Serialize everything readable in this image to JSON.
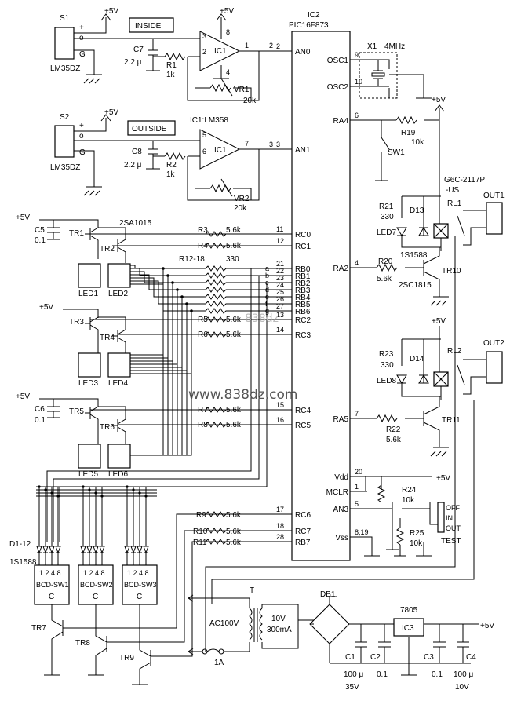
{
  "ic2": {
    "ref": "IC2",
    "part": "PIC16F873"
  },
  "ic2_pins_left": [
    {
      "num": "2",
      "name": "AN0"
    },
    {
      "num": "3",
      "name": "AN1"
    },
    {
      "num": "11",
      "name": "RC0"
    },
    {
      "num": "12",
      "name": "RC1"
    },
    {
      "num": "21",
      "name": "RB0"
    },
    {
      "num": "22",
      "name": "RB1"
    },
    {
      "num": "23",
      "name": "RB2"
    },
    {
      "num": "24",
      "name": "RB3"
    },
    {
      "num": "25",
      "name": "RB4"
    },
    {
      "num": "26",
      "name": "RB5"
    },
    {
      "num": "27",
      "name": "RB6"
    },
    {
      "num": "13",
      "name": "RC2"
    },
    {
      "num": "14",
      "name": "RC3"
    },
    {
      "num": "15",
      "name": "RC4"
    },
    {
      "num": "16",
      "name": "RC5"
    },
    {
      "num": "17",
      "name": "RC6"
    },
    {
      "num": "18",
      "name": "RC7"
    },
    {
      "num": "28",
      "name": "RB7"
    }
  ],
  "ic2_pins_right": [
    {
      "num": "9",
      "name": "OSC1"
    },
    {
      "num": "10",
      "name": "OSC2"
    },
    {
      "num": "6",
      "name": "RA4"
    },
    {
      "num": "4",
      "name": "RA2"
    },
    {
      "num": "7",
      "name": "RA5"
    },
    {
      "num": "20",
      "name": "Vdd"
    },
    {
      "num": "1",
      "name": "MCLR"
    },
    {
      "num": "5",
      "name": "AN3"
    },
    {
      "num": "8,19",
      "name": "Vss"
    }
  ],
  "seg_letters": [
    "a",
    "b",
    "c",
    "d",
    "e",
    "f",
    "g"
  ],
  "sensors": {
    "s1": {
      "ref": "S1",
      "part": "LM35DZ",
      "label": "INSIDE"
    },
    "s2": {
      "ref": "S2",
      "part": "LM35DZ",
      "label": "OUTSIDE"
    },
    "plus": "+",
    "out": "o",
    "gnd": "G"
  },
  "opamp": {
    "ic1": "IC1",
    "ic1_note": "IC1:LM358",
    "p3": "3",
    "p2": "2",
    "p1": "1",
    "p8": "8",
    "p4": "4",
    "p5": "5",
    "p6": "6",
    "p7": "7"
  },
  "parts": {
    "c7": "C7",
    "c7v": "2.2 μ",
    "r1": "R1",
    "r1v": "1k",
    "vr1": "VR1",
    "vr1v": "20k",
    "c8": "C8",
    "c8v": "2.2 μ",
    "r2": "R2",
    "r2v": "1k",
    "vr2": "VR2",
    "vr2v": "20k",
    "c5": "C5",
    "c5v": "0.1",
    "c6": "C6",
    "c6v": "0.1",
    "tr1": "TR1",
    "tr1p": "2SA1015",
    "tr2": "TR2",
    "tr3": "TR3",
    "tr4": "TR4",
    "tr5": "TR5",
    "tr6": "TR6",
    "led1": "LED1",
    "led2": "LED2",
    "led3": "LED3",
    "led4": "LED4",
    "led5": "LED5",
    "led6": "LED6",
    "r3": "R3",
    "r4": "R4",
    "r5": "R5",
    "r6": "R6",
    "r7": "R7",
    "r8": "R8",
    "r9": "R9",
    "r10": "R10",
    "r11": "R11",
    "r56": "5.6k",
    "r1218": "R12-18",
    "r1218v": "330",
    "x1": "X1",
    "x1v": "4MHz",
    "r19": "R19",
    "r19v": "10k",
    "sw1": "SW1",
    "rl1": "RL1",
    "rl1p": "G6C-2117P",
    "rl1p2": "-US",
    "out1": "OUT1",
    "out2": "OUT2",
    "rl2": "RL2",
    "r21": "R21",
    "r21v": "330",
    "d13": "D13",
    "led7": "LED7",
    "d13p": "1S1588",
    "r20": "R20",
    "r20v": "5.6k",
    "tr10": "TR10",
    "tr10p": "2SC1815",
    "r23": "R23",
    "r23v": "330",
    "d14": "D14",
    "led8": "LED8",
    "r22": "R22",
    "r22v": "5.6k",
    "tr11": "TR11",
    "r24": "R24",
    "r24v": "10k",
    "r25": "R25",
    "r25v": "10k",
    "off": "OFF",
    "in": "IN",
    "outsw": "OUT",
    "test": "TEST",
    "d112": "D1-12",
    "d112p": "1S1588",
    "bcd1": "BCD-SW1",
    "bcd2": "BCD-SW2",
    "bcd3": "BCD-SW3",
    "bcdw": "1 2 4 8",
    "bcdc": "C",
    "tr7": "TR7",
    "tr8": "TR8",
    "tr9": "TR9",
    "t": "T",
    "ac": "AC100V",
    "tv": "10V",
    "ta": "300mA",
    "fuse": "1A",
    "db1": "DB1",
    "reg": "7805",
    "ic3": "IC3",
    "c1": "C1",
    "c1v": "100 μ",
    "c1vv": "35V",
    "c2": "C2",
    "c2v": "0.1",
    "c3": "C3",
    "c3v": "0.1",
    "c4": "C4",
    "c4v": "100 μ",
    "c4vv": "10V"
  },
  "power": {
    "v5": "+5V"
  },
  "watermark": {
    "main": "www.838dz.com",
    "small": "838dz"
  }
}
